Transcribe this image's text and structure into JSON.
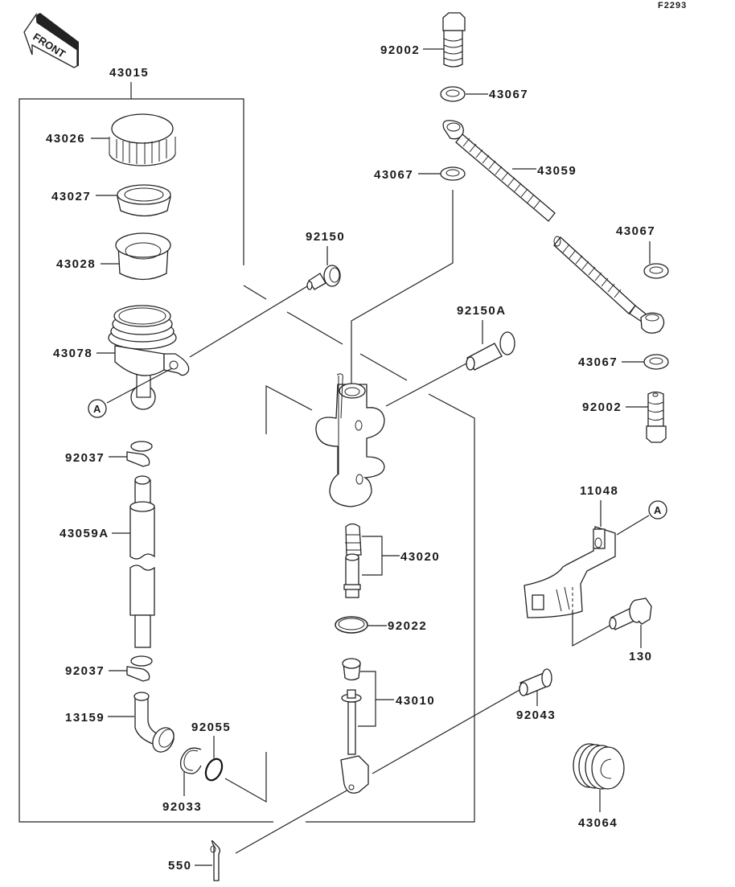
{
  "figure_code": "F2293",
  "front_arrow_label": "FRONT",
  "reference_marker": "A",
  "parts": {
    "p43015": "43015",
    "p43026": "43026",
    "p43027": "43027",
    "p43028": "43028",
    "p43078": "43078",
    "p92037_top": "92037",
    "p43059A": "43059A",
    "p92037_bottom": "92037",
    "p13159": "13159",
    "p92055": "92055",
    "p92033": "92033",
    "p550": "550",
    "p92150": "92150",
    "p92150A": "92150A",
    "p43020": "43020",
    "p92022": "92022",
    "p43010": "43010",
    "p92043": "92043",
    "p92002_top": "92002",
    "p43067_a": "43067",
    "p43059": "43059",
    "p43067_b": "43067",
    "p43067_c": "43067",
    "p43067_d": "43067",
    "p92002_bottom": "92002",
    "p11048": "11048",
    "p130": "130",
    "p43064": "43064"
  }
}
